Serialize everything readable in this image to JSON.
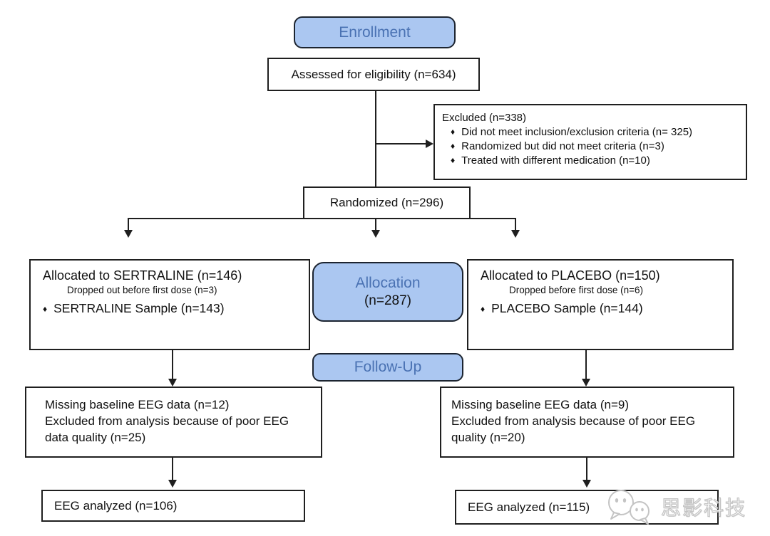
{
  "colors": {
    "stage_fill": "#abc7f1",
    "stage_text": "#4a72b3",
    "stage_border": "#1c2430",
    "box_border": "#1f1f1f",
    "text": "#111111",
    "background": "#ffffff",
    "watermark_outline": "#c4c4c4"
  },
  "glyphs": {
    "diamond": "♦"
  },
  "stages": {
    "enrollment": {
      "label": "Enrollment"
    },
    "allocation": {
      "label": "Allocation",
      "count": "(n=287)"
    },
    "followup": {
      "label": "Follow-Up"
    }
  },
  "boxes": {
    "assessed": {
      "text": "Assessed for eligibility (n=634)"
    },
    "excluded": {
      "title": "Excluded (n=338)",
      "items": [
        "Did not meet inclusion/exclusion criteria (n= 325)",
        "Randomized but did not meet criteria (n=3)",
        "Treated with different medication (n=10)"
      ]
    },
    "randomized": {
      "text": "Randomized (n=296)"
    },
    "sertraline": {
      "line1": "Allocated to SERTRALINE (n=146)",
      "line2": "Dropped out before first dose (n=3)",
      "line3": "SERTRALINE Sample (n=143)"
    },
    "placebo": {
      "line1": "Allocated to PLACEBO (n=150)",
      "line2": "Dropped before first dose (n=6)",
      "line3": "PLACEBO Sample (n=144)"
    },
    "followup_left": {
      "line1": "Missing baseline EEG data (n=12)",
      "line2": "Excluded from analysis because of poor EEG data quality (n=25)"
    },
    "followup_right": {
      "line1": "Missing baseline EEG data (n=9)",
      "line2": "Excluded from analysis because of poor EEG quality (n=20)"
    },
    "analyzed_left": {
      "text": "EEG analyzed (n=106)"
    },
    "analyzed_right": {
      "text": "EEG analyzed (n=115)"
    }
  },
  "watermark": {
    "text": "思影科技"
  }
}
